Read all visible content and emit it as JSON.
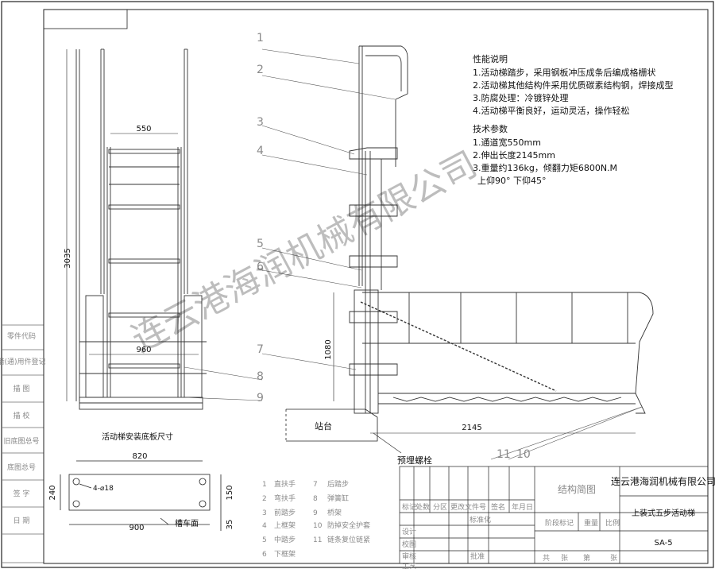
{
  "performance": {
    "heading": "性能说明",
    "items": [
      "1.活动梯踏步，采用钢板冲压成条后编成格栅状",
      "2.活动梯其他结构件采用优质碳素结构钢，焊接成型",
      "3.防腐处理：冷镀锌处理",
      "4.活动梯平衡良好，运动灵活，操作轻松"
    ]
  },
  "technical": {
    "heading": "技术参数",
    "items": [
      "1.通道宽550mm",
      "2.伸出长度2145mm",
      "3.重量约136kg，倾翻力矩6800N.M",
      "上仰90° 下仰45°"
    ]
  },
  "front_view": {
    "dim_width": "550",
    "dim_height": "3035",
    "dim_base": "960"
  },
  "side_view": {
    "dim_height": "1080",
    "dim_length": "2145",
    "platform_label": "站台",
    "bolt_label": "预埋螺栓",
    "callouts": [
      "1",
      "2",
      "3",
      "4",
      "5",
      "6",
      "7",
      "8",
      "9",
      "10",
      "11"
    ]
  },
  "base_plate": {
    "title": "活动梯安装底板尺寸",
    "dim_top": "820",
    "dim_bottom": "900",
    "dim_left": "240",
    "dim_right_1": "150",
    "dim_right_2": "35",
    "hole_label": "4-⌀18",
    "ground_label": "槽车面"
  },
  "parts_list": {
    "left": [
      {
        "num": "1",
        "name": "直扶手"
      },
      {
        "num": "2",
        "name": "弯扶手"
      },
      {
        "num": "3",
        "name": "前踏步"
      },
      {
        "num": "4",
        "name": "上框架"
      },
      {
        "num": "5",
        "name": "中踏步"
      },
      {
        "num": "6",
        "name": "下框架"
      }
    ],
    "right": [
      {
        "num": "7",
        "name": "后踏步"
      },
      {
        "num": "8",
        "name": "弹簧缸"
      },
      {
        "num": "9",
        "name": "桥架"
      },
      {
        "num": "10",
        "name": "防掉安全护套"
      },
      {
        "num": "11",
        "name": "链条复位链紧"
      }
    ]
  },
  "left_margin": [
    "零件代码",
    "借(通)用件登记",
    "描 图",
    "描 校",
    "旧底图总号",
    "底图总号",
    "签 字",
    "日 期"
  ],
  "title_block": {
    "company": "连云港海润机械有限公司",
    "drawing_name": "结构简图",
    "product_name": "上装式五步活动梯",
    "drawing_no": "SA-5",
    "header_cells": [
      "标记",
      "处数",
      "分区",
      "更改文件号",
      "签名",
      "年月日"
    ],
    "row_labels": [
      "设计",
      "校图",
      "审核",
      "工艺"
    ],
    "standardization": "标准化",
    "approve": "批准",
    "stage_label": "阶段标记",
    "weight_label": "重量",
    "scale_label": "比例",
    "sheets": [
      "共",
      "张",
      "第",
      "张"
    ]
  },
  "watermark": "连云港海润机械有限公司"
}
